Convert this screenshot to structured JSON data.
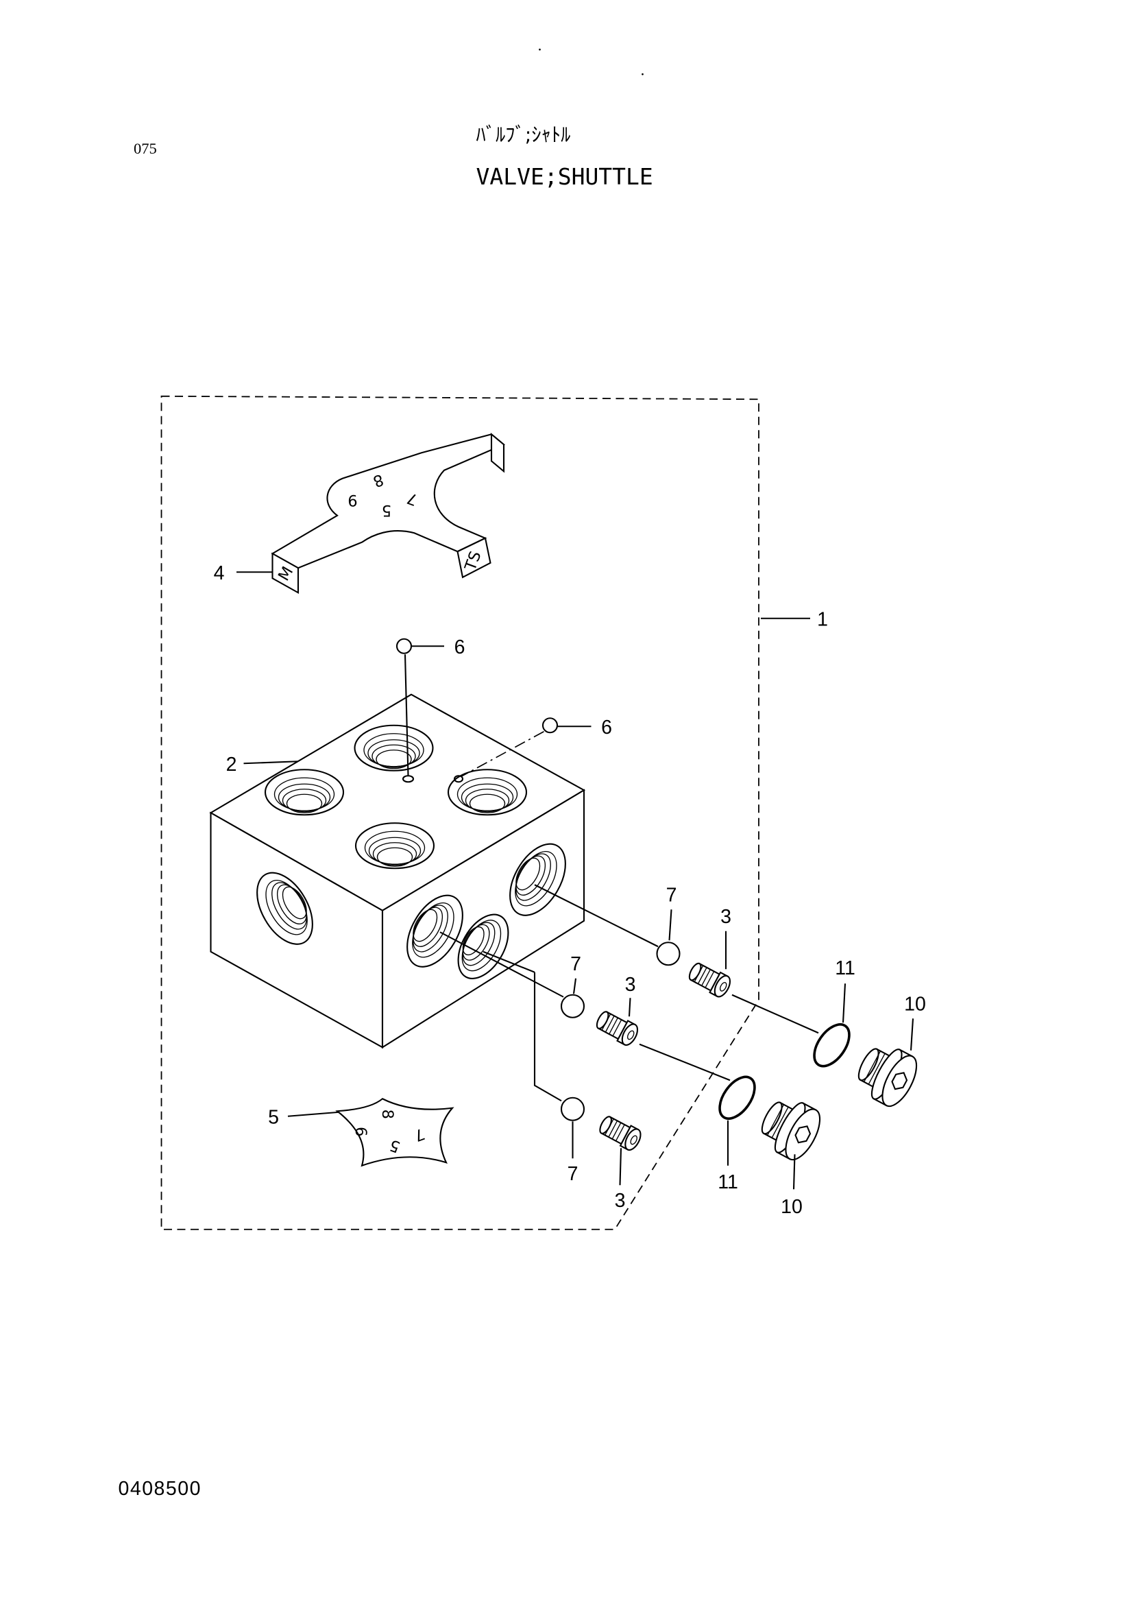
{
  "header": {
    "page_number": "075",
    "title_jp": "ﾊﾞﾙﾌﾞ;ｼｬﾄﾙ",
    "title_en": "VALVE;SHUTTLE"
  },
  "footer": {
    "drawing_number": "0408500"
  },
  "callouts": {
    "part1": "1",
    "part2": "2",
    "part3_a": "3",
    "part3_b": "3",
    "part3_c": "3",
    "part4": "4",
    "part5": "5",
    "part6_a": "6",
    "part6_b": "6",
    "part7_a": "7",
    "part7_b": "7",
    "part7_c": "7",
    "part10_a": "10",
    "part10_b": "10",
    "part11_a": "11",
    "part11_b": "11"
  },
  "plate_marks": {
    "m": "M",
    "ts": "TS",
    "d8": "8",
    "d9": "9",
    "d7": "7",
    "d5": "5"
  },
  "seal_marks": {
    "d8": "8",
    "d9": "9",
    "d7": "7",
    "d5": "5"
  }
}
